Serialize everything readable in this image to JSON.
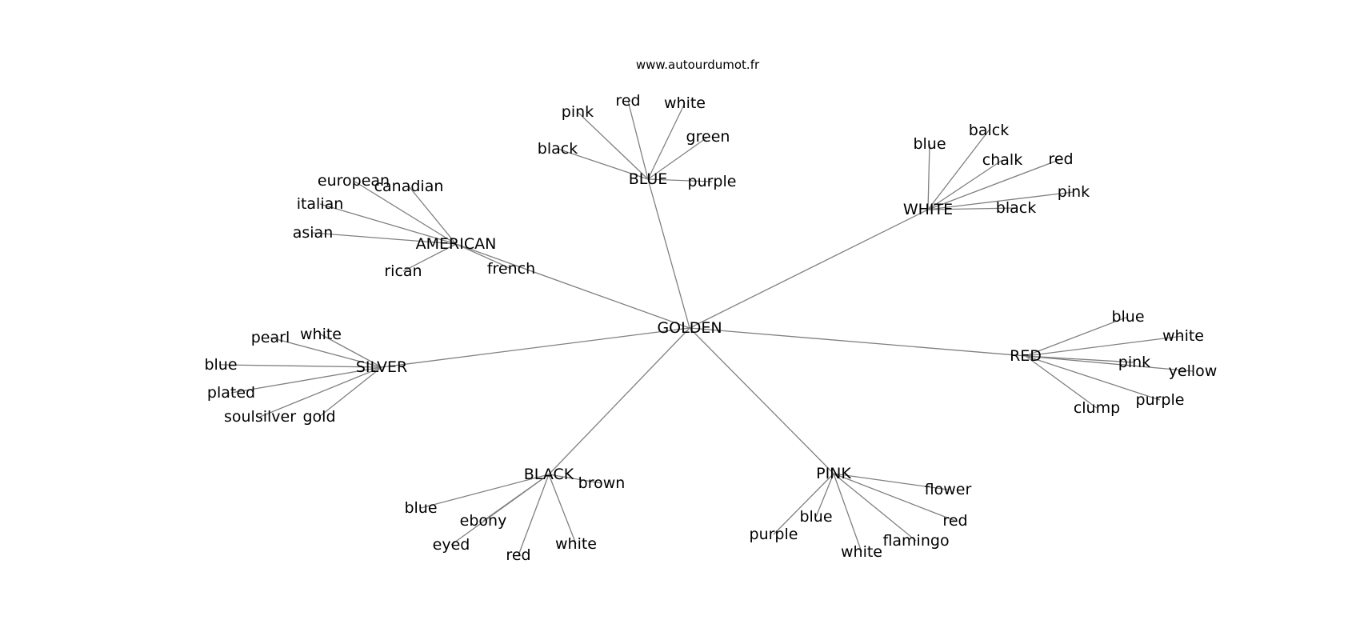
{
  "source": "www.autourdumot.fr",
  "graph": {
    "root": "GOLDEN",
    "hubs": [
      {
        "label": "BLUE",
        "words": [
          "black",
          "pink",
          "red",
          "white",
          "green",
          "purple"
        ]
      },
      {
        "label": "WHITE",
        "words": [
          "blue",
          "balck",
          "chalk",
          "red",
          "pink",
          "black"
        ]
      },
      {
        "label": "AMERICAN",
        "words": [
          "european",
          "canadian",
          "italian",
          "asian",
          "rican",
          "french"
        ]
      },
      {
        "label": "SILVER",
        "words": [
          "pearl",
          "white",
          "blue",
          "plated",
          "soulsilver",
          "gold"
        ]
      },
      {
        "label": "RED",
        "words": [
          "blue",
          "white",
          "pink",
          "yellow",
          "purple",
          "clump"
        ]
      },
      {
        "label": "BLACK",
        "words": [
          "brown",
          "blue",
          "ebony",
          "eyed",
          "red",
          "white"
        ]
      },
      {
        "label": "PINK",
        "words": [
          "flower",
          "red",
          "flamingo",
          "white",
          "blue",
          "purple"
        ]
      }
    ]
  }
}
